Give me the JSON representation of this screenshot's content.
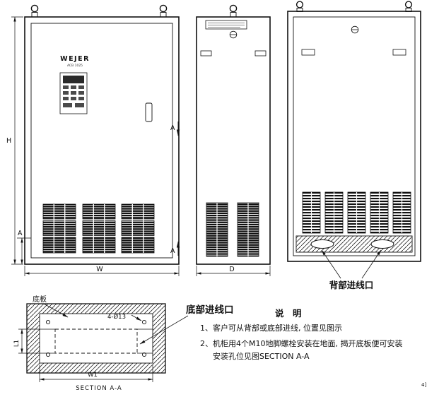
{
  "front_view": {
    "brand": "WEJER",
    "brand_sub": "ACB 1025",
    "dim_height": "H",
    "dim_grille": "A",
    "dim_width": "W"
  },
  "side_view": {
    "dim_depth": "D",
    "section_mark_top": "A",
    "section_mark_bottom": "A"
  },
  "back_view": {
    "inlet_label": "背部进线口"
  },
  "section_view": {
    "bottom_plate_label": "底板",
    "holes_label": "4-Ø13",
    "dim_length": "L1",
    "dim_width": "W1",
    "title": "SECTION A-A",
    "inlet_label": "底部进线口"
  },
  "notes": {
    "title": "说　明",
    "line1": "1、客户可从背部或底部进线, 位置见图示",
    "line2": "2、机柜用4个M10地脚螺栓安装在地面, 揭开底板便可安装",
    "line3": "安装孔位见图SECTION A-A"
  },
  "page_mark": "4]"
}
